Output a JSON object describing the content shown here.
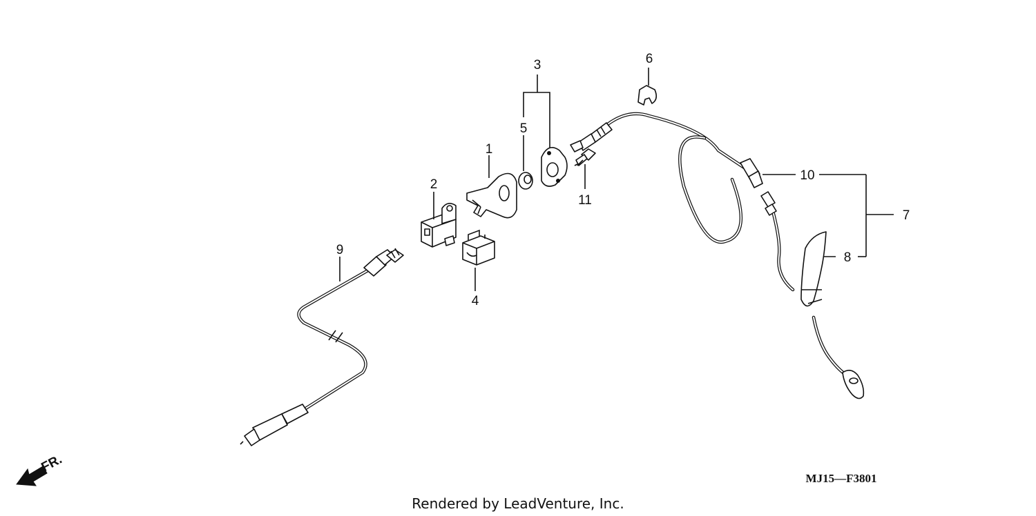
{
  "callouts": {
    "c1": "1",
    "c2": "2",
    "c3": "3",
    "c4": "4",
    "c5": "5",
    "c6": "6",
    "c7": "7",
    "c8": "8",
    "c9": "9",
    "c10": "10",
    "c11": "11"
  },
  "direction_label": "FR.",
  "diagram_code": "MJ15—F3801",
  "credit": "Rendered by LeadVenture, Inc."
}
